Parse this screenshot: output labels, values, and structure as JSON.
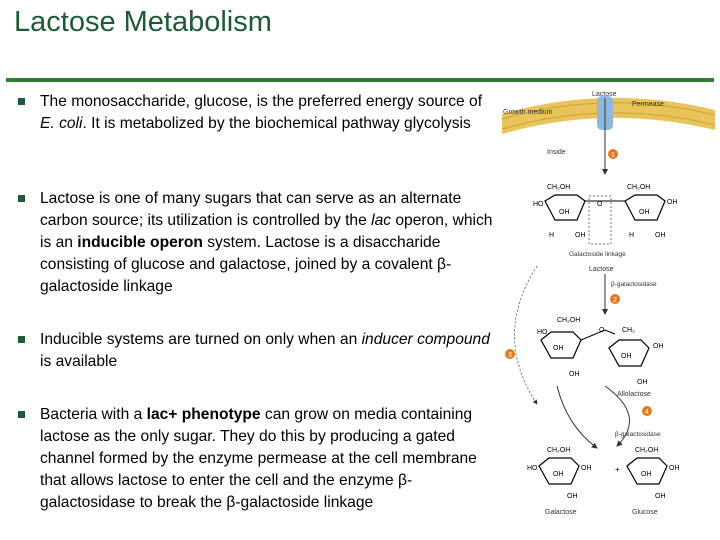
{
  "slide": {
    "title": "Lactose Metabolism",
    "bullets": [
      {
        "parts": [
          {
            "text": "The monosaccharide, glucose, is the preferred energy source of "
          },
          {
            "text": "E. coli",
            "style": "italic"
          },
          {
            "text": ". It is metabolized by the biochemical pathway glycolysis"
          }
        ]
      },
      {
        "parts": [
          {
            "text": "Lactose is one of many sugars that can serve as an alternate carbon source; its utilization is controlled by the "
          },
          {
            "text": "lac",
            "style": "italic"
          },
          {
            "text": " operon, which is an "
          },
          {
            "text": "inducible operon",
            "style": "bold"
          },
          {
            "text": " system. Lactose is a disaccharide consisting of glucose and galactose, joined by a covalent β-galactoside linkage"
          }
        ]
      },
      {
        "parts": [
          {
            "text": "Inducible systems are turned on only when an "
          },
          {
            "text": "inducer compound",
            "style": "italic"
          },
          {
            "text": " is available"
          }
        ]
      },
      {
        "parts": [
          {
            "text": "Bacteria with a "
          },
          {
            "text": "lac+ phenotype",
            "style": "bold"
          },
          {
            "text": " can grow on media containing lactose as the only sugar. They do this by producing a gated channel formed by the enzyme permease at the cell membrane that allows lactose to enter the cell and the enzyme  β-galactosidase to break the β-galactoside linkage"
          }
        ]
      }
    ]
  },
  "diagram": {
    "labels": {
      "lactose_top": "Lactose",
      "permease": "Permease",
      "growth_medium": "Growth medium",
      "inside": "Inside",
      "galactoside_linkage": "Galactoside linkage",
      "lactose_mid": "Lactose",
      "beta_gal_1": "β-galactosidase",
      "allolactose": "Allolactose",
      "beta_gal_2": "β-galactosidase",
      "galactose": "Galactose",
      "glucose": "Glucose",
      "ch2oh": "CH₂OH",
      "ch2": "CH₂",
      "oh": "OH",
      "ho": "HO",
      "h": "H",
      "o": "O",
      "plus": "+"
    },
    "steps": [
      "1",
      "2",
      "3",
      "4"
    ],
    "colors": {
      "membrane": "#e8c45a",
      "membrane_stripe": "#c9a33e",
      "channel": "#8fb8e0",
      "step_circle": "#e07a1f",
      "ring": "#000000"
    }
  }
}
